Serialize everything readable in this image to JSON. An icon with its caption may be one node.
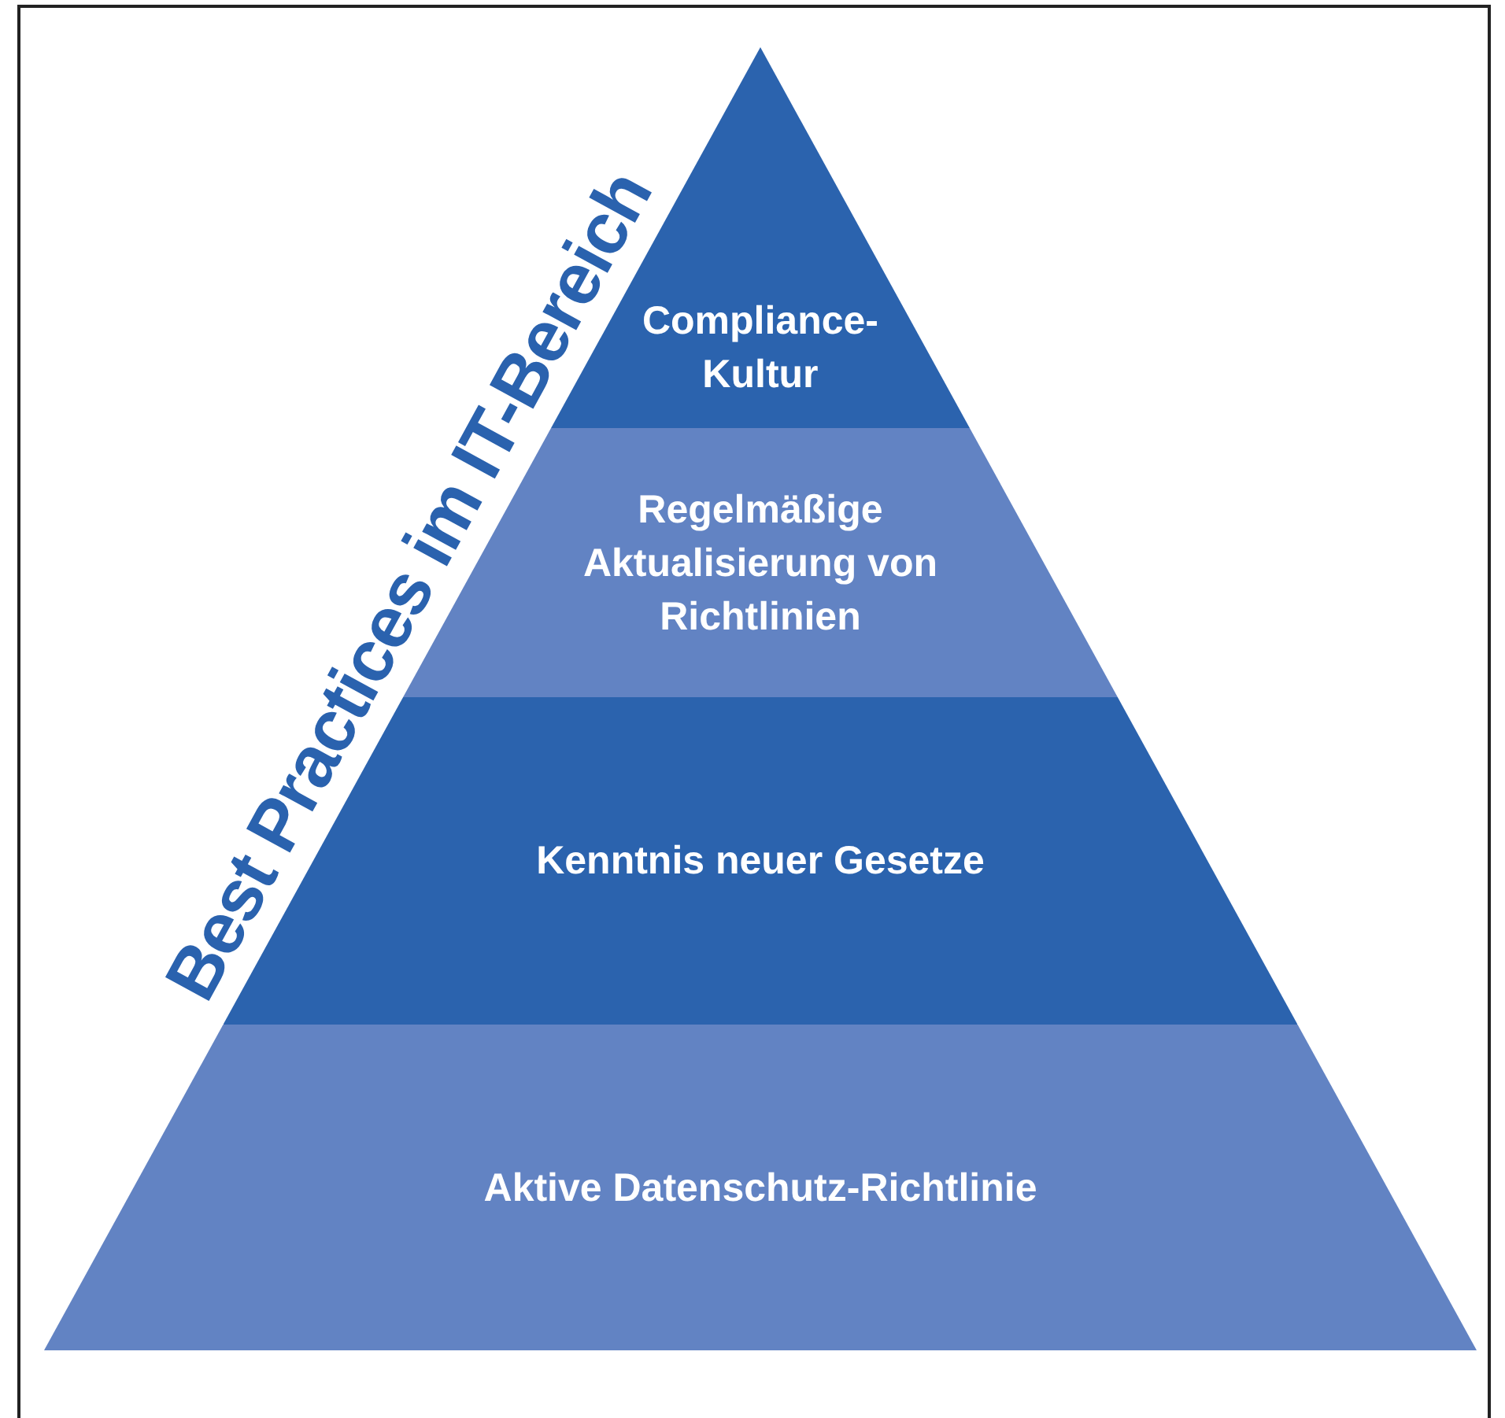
{
  "diagram": {
    "title": "Best Practices im IT-Bereich",
    "nodes": [
      {
        "text": [
          "Compliance-Kultur"
        ]
      },
      {
        "text": [
          "Regelmäßige Aktualisierung von Richtlinien"
        ]
      },
      {
        "text": [
          "Kenntnis neuer Gesetze"
        ]
      },
      {
        "text": [
          "Aktive Datenschutz-Richtlinie"
        ]
      }
    ]
  }
}
